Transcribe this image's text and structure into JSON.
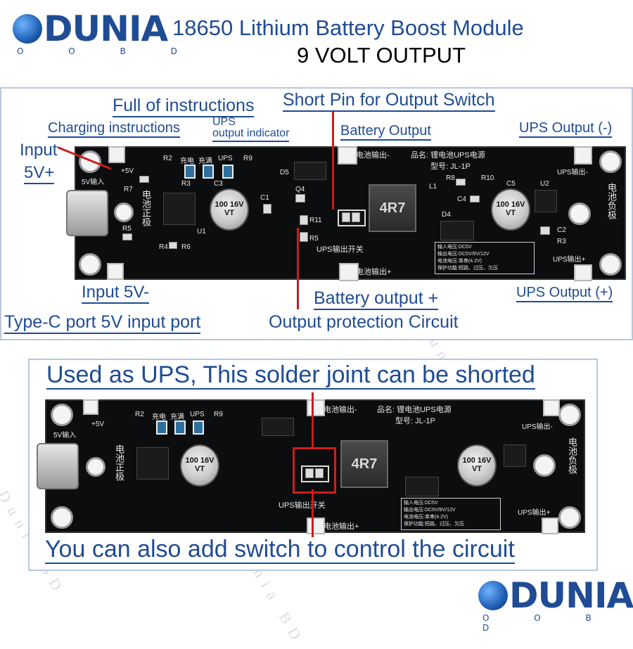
{
  "brand": {
    "name": "DUNIA",
    "sub": "O O B D"
  },
  "header": {
    "title": "18650 Lithium Battery Boost Module",
    "subtitle": "9 VOLT OUTPUT"
  },
  "diagram": {
    "labels": {
      "full_instructions": "Full of instructions",
      "short_pin": "Short Pin for Output Switch",
      "charging_instructions": "Charging instructions",
      "ups_indicator_1": "UPS",
      "ups_indicator_2": "output indicator",
      "battery_output": "Battery Output",
      "ups_output_neg": "UPS Output (-)",
      "input_pos_1": "Input",
      "input_pos_2": "5V+",
      "input_neg": "Input 5V-",
      "type_c": "Type-C port 5V input port",
      "battery_output_pos": "Battery output +",
      "output_protection": "Output protection Circuit",
      "ups_output_pos": "UPS Output (+)"
    }
  },
  "board_text": {
    "input": "5V输入",
    "plus": "+5V",
    "r2": "R2",
    "r3": "R3",
    "r4": "R4",
    "r5": "R5",
    "r6": "R6",
    "r7": "R7",
    "r8": "R8",
    "r9": "R9",
    "r10": "R10",
    "r11": "R11",
    "c1": "C1",
    "c2": "C2",
    "c3": "C3",
    "c4": "C4",
    "c5": "C5",
    "d4": "D4",
    "d5": "D5",
    "q4": "Q4",
    "u1": "U1",
    "u2": "U2",
    "l1": "L1",
    "charging": "充电",
    "full": "充满",
    "ups": "UPS",
    "battery_pos_vertical": "电池正极",
    "battery_neg_vertical": "电池负极",
    "battery_out_neg": "电池输出-",
    "battery_out_pos": "电池输出+",
    "product_name": "品名: 锂电池UPS电源",
    "model": "型号:  JL-1P",
    "ups_out_neg": "UPS输出-",
    "ups_out_pos": "UPS输出+",
    "ups_switch": "UPS输出开关",
    "input_voltage": "输入电压:DC5V",
    "output_voltage": "输出电压:DC5V/9V/12V",
    "battery_voltage": "电池电压:单串(4.2V)",
    "protection": "保护功能:短路、过压、欠压",
    "inductor": "4R7",
    "cap_text": "100 16V VT"
  },
  "bottom_panel": {
    "top_text": "Used as UPS, This solder joint can be shorted",
    "bottom_text": "You can also add switch to control the circuit"
  },
  "watermark": {
    "text": "Dunia BD"
  },
  "colors": {
    "brand_blue": "#1f4c94",
    "pointer_red": "#c81e1e",
    "board_black": "#0c0d0e"
  }
}
